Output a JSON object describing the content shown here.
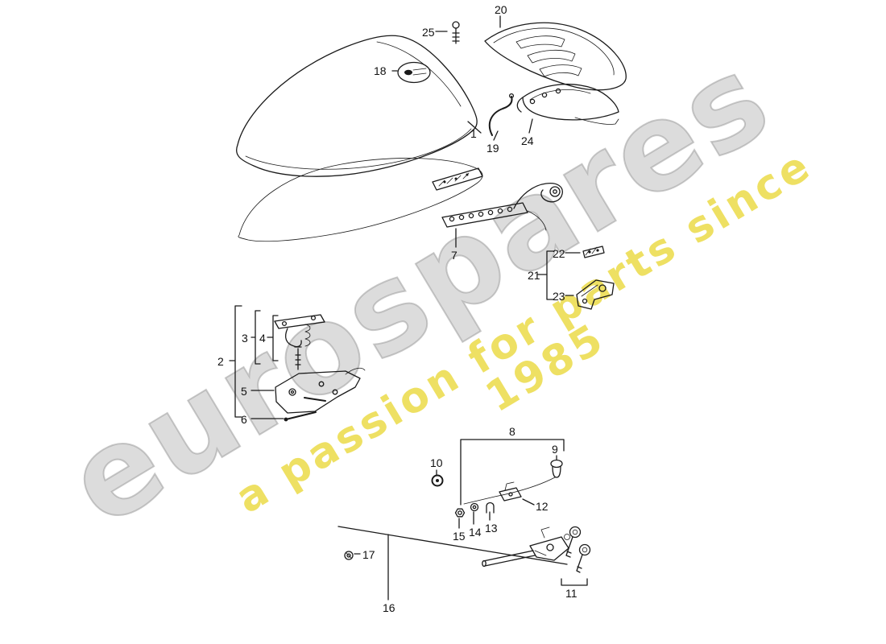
{
  "watermark": {
    "line1": "eurospares",
    "line2": "a passion for parts since 1985",
    "line1_color": "#bababa80",
    "line2_color": "#e8d52fbf"
  },
  "part_labels": [
    "1",
    "2",
    "3",
    "4",
    "5",
    "6",
    "7",
    "8",
    "9",
    "10",
    "11",
    "12",
    "13",
    "14",
    "15",
    "16",
    "17",
    "18",
    "19",
    "20",
    "21",
    "22",
    "23",
    "24",
    "25"
  ]
}
